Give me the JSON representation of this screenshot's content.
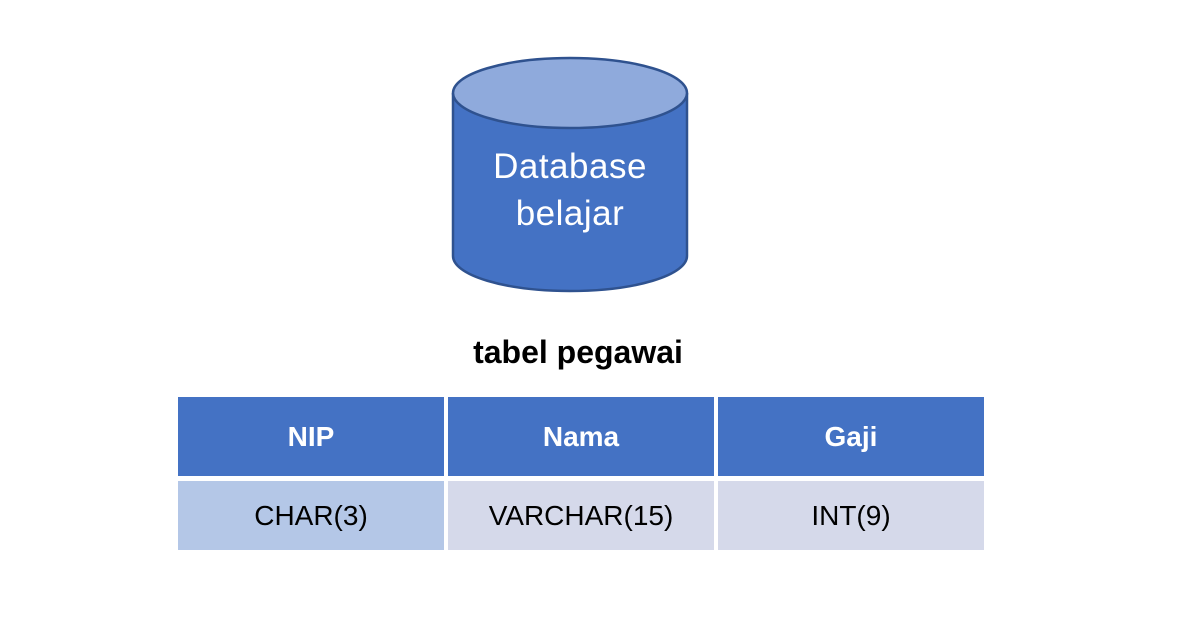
{
  "database": {
    "label": "Database belajar",
    "label_line1": "Database",
    "label_line2": "belajar"
  },
  "table": {
    "title": "tabel pegawai",
    "headers": [
      "NIP",
      "Nama",
      "Gaji"
    ],
    "rows": [
      [
        "CHAR(3)",
        "VARCHAR(15)",
        "INT(9)"
      ]
    ]
  },
  "colors": {
    "page_bg": "#ffffff",
    "cylinder_body": "#4472C4",
    "cylinder_top": "#8FAADC",
    "cylinder_border": "#2F528F",
    "header_bg": "#4472C4",
    "header_text": "#ffffff",
    "first_cell_bg": "#B4C7E7",
    "cell_bg": "#D5D9EA",
    "cell_text": "#000000",
    "title_text": "#000000"
  }
}
